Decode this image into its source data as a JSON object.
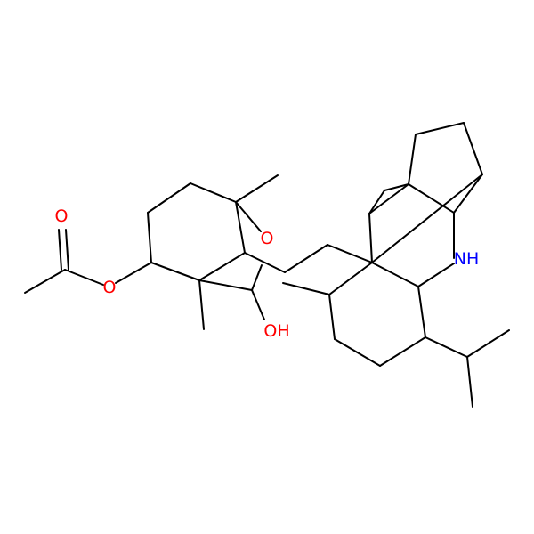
{
  "molecule": {
    "atom_labels": {
      "carbonyl_oxygen": "O",
      "ester_oxygen": "O",
      "ether_oxygen": "O",
      "hydroxyl": "OH",
      "amine": "NH"
    }
  },
  "colors": {
    "background": "#ffffff",
    "bond": "#000000",
    "oxygen": "#ff0000",
    "nitrogen": "#0000ff"
  }
}
